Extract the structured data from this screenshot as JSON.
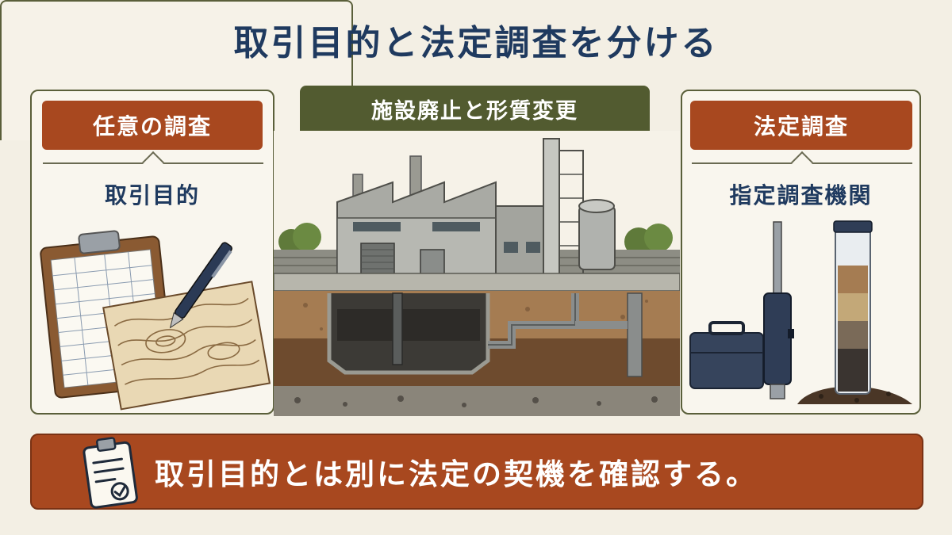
{
  "title": "取引目的と法定調査を分ける",
  "left": {
    "tag": "任意の調査",
    "sublabel": "取引目的",
    "illustration": "clipboard-and-map"
  },
  "center": {
    "tag": "施設廃止と形質変更",
    "illustration": "factory-cross-section"
  },
  "right": {
    "tag": "法定調査",
    "sublabel": "指定調査機関",
    "illustration": "soil-sampling-equipment"
  },
  "footer": {
    "text": "取引目的とは別に法定の契機を確認する。",
    "icon": "checklist-clipboard-icon"
  },
  "colors": {
    "title": "#1f3a5f",
    "accent_orange": "#a8481f",
    "accent_olive": "#525b30",
    "background": "#f3efe4"
  }
}
